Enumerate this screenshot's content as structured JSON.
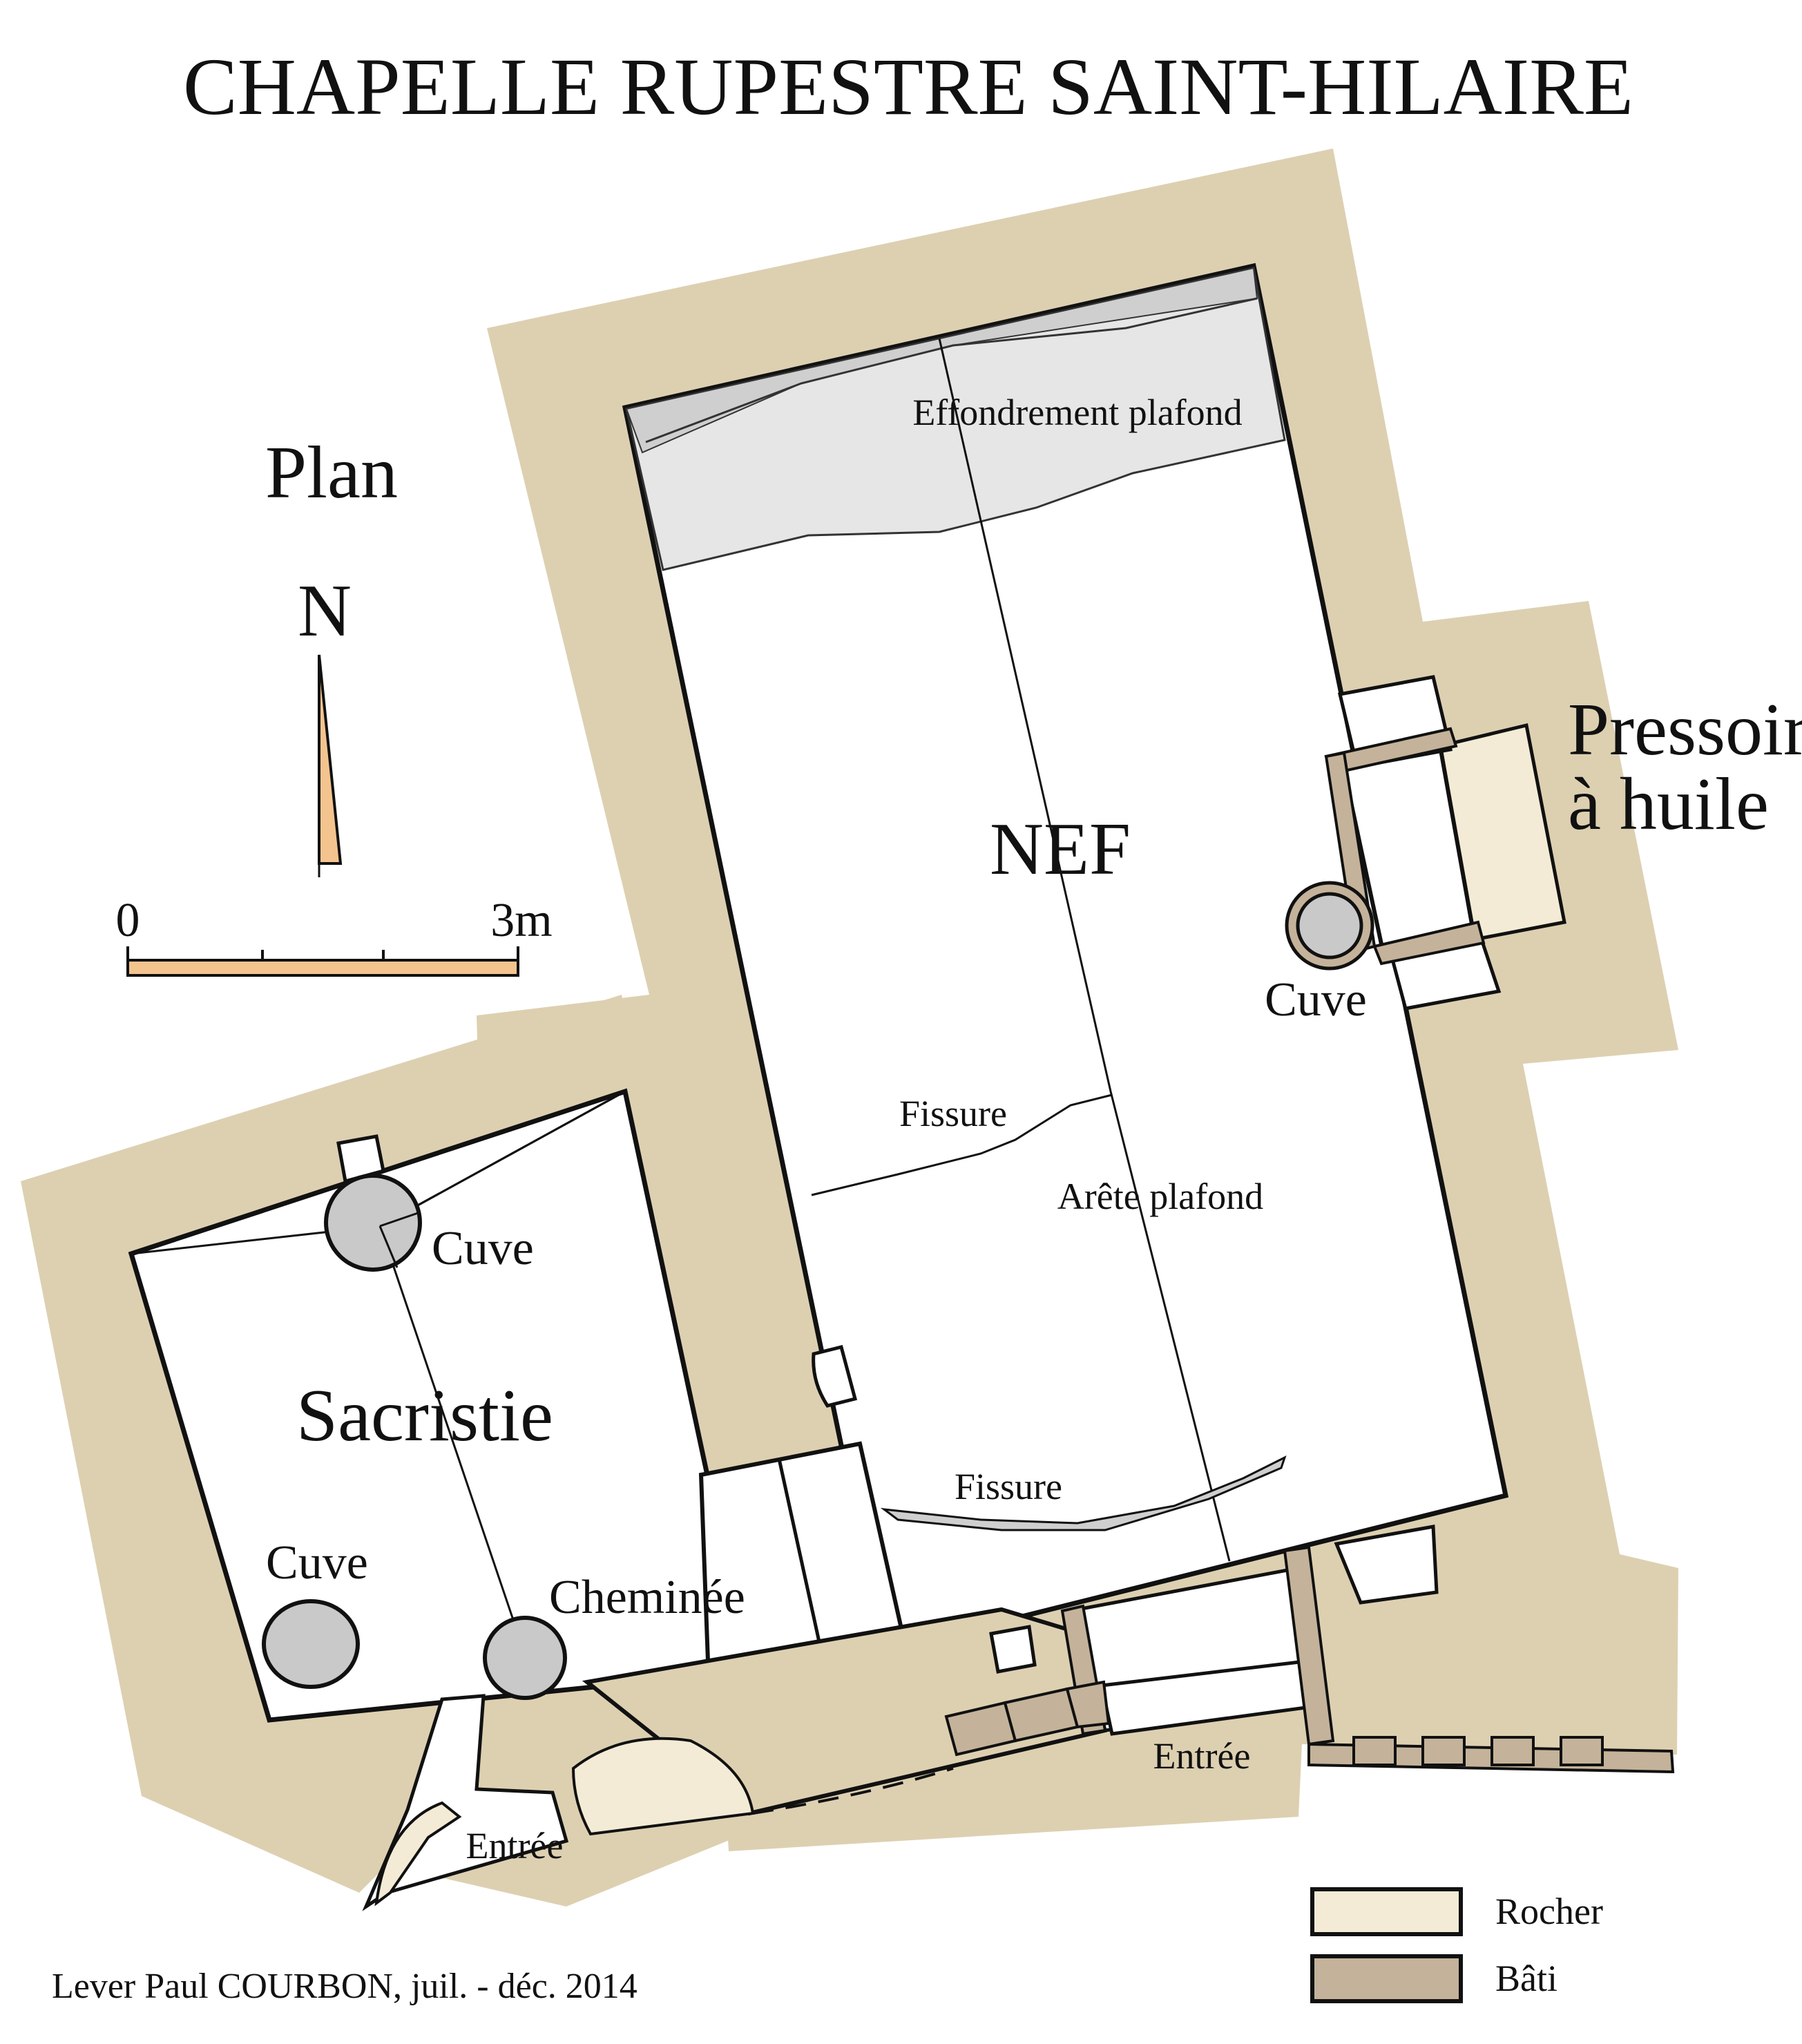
{
  "title": "CHAPELLE RUPESTRE SAINT-HILAIRE",
  "view_label": "Plan",
  "north": {
    "label": "N"
  },
  "scale": {
    "start_label": "0",
    "end_label": "3m"
  },
  "labels": {
    "nef": "NEF",
    "sacristie": "Sacristie",
    "pressoir_line1": "Pressoir",
    "pressoir_line2": "à huile",
    "effondrement": "Effondrement plafond",
    "fissure_1": "Fissure",
    "fissure_2": "Fissure",
    "arete": "Arête plafond",
    "cuve_nef": "Cuve",
    "cuve_sacristie_top": "Cuve",
    "cuve_sacristie_bottom": "Cuve",
    "cheminee": "Cheminée",
    "entree_1": "Entrée",
    "entree_2": "Entrée"
  },
  "legend": [
    {
      "label": "Rocher",
      "color": "#f3ebd5"
    },
    {
      "label": "Bâti",
      "color": "#c4b39a"
    }
  ],
  "credit": "Lever Paul COURBON, juil. - déc. 2014",
  "colors": {
    "rock_background": "#ddd0b1",
    "rock_light": "#f3ebd5",
    "built": "#c4b39a",
    "cuve": "#c9c9c9",
    "collapse": "#e6e6e6",
    "north_arrow": "#f4c48f"
  }
}
